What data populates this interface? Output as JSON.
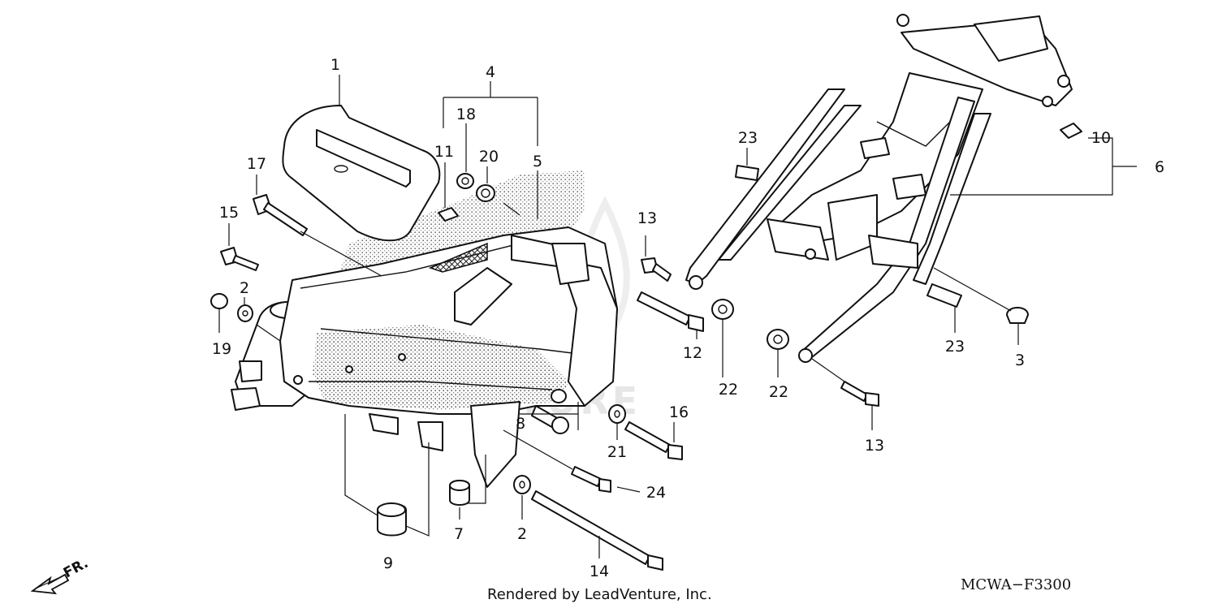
{
  "diagram": {
    "code": "MCWA−F3300",
    "footer": "Rendered by LeadVenture, Inc.",
    "watermark": "VENTURE",
    "direction_label": "FR.",
    "callouts": {
      "c1": "1",
      "c2a": "2",
      "c2b": "2",
      "c3": "3",
      "c4": "4",
      "c5": "5",
      "c6": "6",
      "c7": "7",
      "c8": "8",
      "c9": "9",
      "c10": "10",
      "c11": "11",
      "c12": "12",
      "c13a": "13",
      "c13b": "13",
      "c14": "14",
      "c15": "15",
      "c16": "16",
      "c17": "17",
      "c18": "18",
      "c19": "19",
      "c20": "20",
      "c21": "21",
      "c22a": "22",
      "c22b": "22",
      "c23a": "23",
      "c23b": "23",
      "c24": "24"
    }
  }
}
